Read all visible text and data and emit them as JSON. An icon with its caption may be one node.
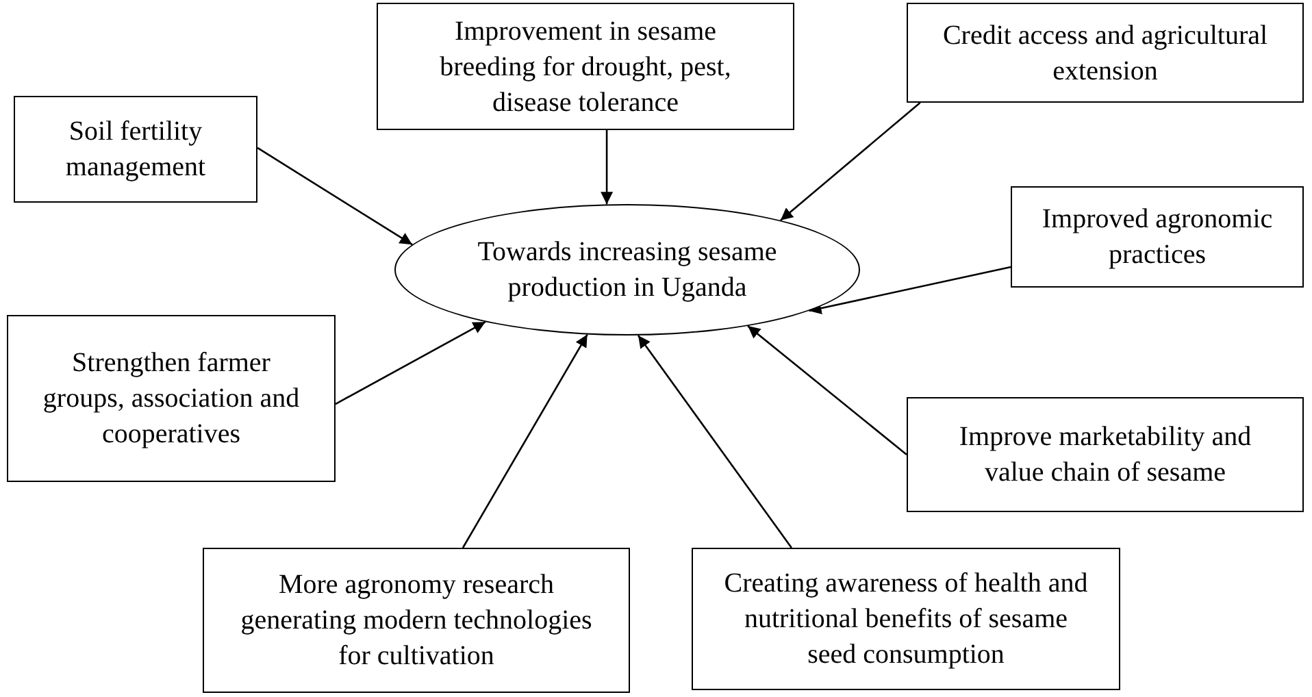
{
  "diagram": {
    "nodes": [
      {
        "text": [
          "Towards increasing sesame production in Uganda"
        ]
      },
      {
        "text": [
          "Soil fertility management"
        ]
      },
      {
        "text": [
          "Improvement in sesame breeding for drought, pest, disease tolerance"
        ]
      },
      {
        "text": [
          "Credit access and agricultural extension"
        ]
      },
      {
        "text": [
          "Improved agronomic practices"
        ]
      },
      {
        "text": [
          "Strengthen farmer groups, association and cooperatives"
        ]
      },
      {
        "text": [
          "Improve marketability and value chain of sesame"
        ]
      },
      {
        "text": [
          "More agronomy research generating modern technologies for cultivation"
        ]
      },
      {
        "text": [
          "Creating awareness of health and nutritional benefits of sesame seed consumption"
        ]
      }
    ],
    "edges": [
      {
        "from": 1,
        "to": 0,
        "arrow": "to"
      },
      {
        "from": 2,
        "to": 0,
        "arrow": "to"
      },
      {
        "from": 3,
        "to": 0,
        "arrow": "to"
      },
      {
        "from": 4,
        "to": 0,
        "arrow": "to"
      },
      {
        "from": 5,
        "to": 0,
        "arrow": "to"
      },
      {
        "from": 6,
        "to": 0,
        "arrow": "to"
      },
      {
        "from": 7,
        "to": 0,
        "arrow": "to"
      },
      {
        "from": 8,
        "to": 0,
        "arrow": "to"
      }
    ]
  }
}
